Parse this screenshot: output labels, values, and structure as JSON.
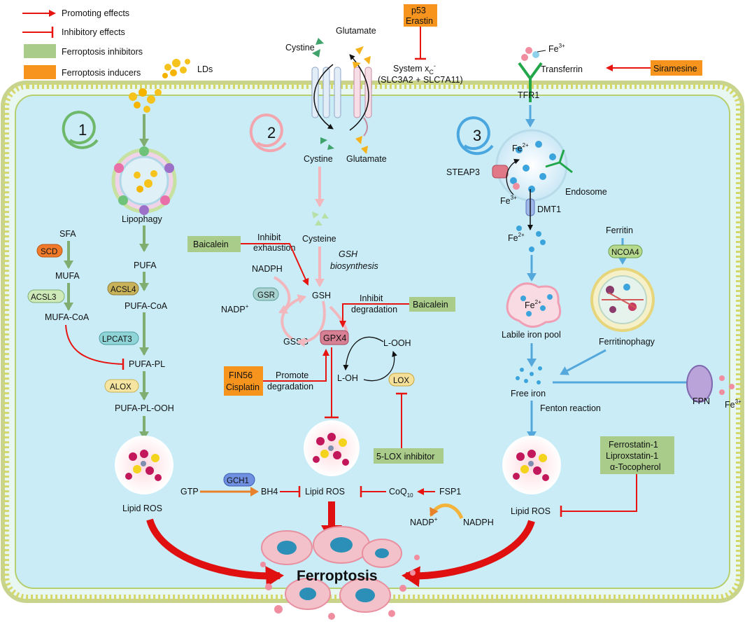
{
  "legend": {
    "promoting": "Promoting effects",
    "inhibitory": "Inhibitory effects",
    "inhibitors": "Ferroptosis inhibitors",
    "inducers": "Ferroptosis inducers"
  },
  "colors": {
    "promote": "#e8140f",
    "inhibit": "#e8140f",
    "inhibitor_box": "#a9cc8a",
    "inducer_box": "#f7941d",
    "cell": "#cdeef8",
    "membrane": "#b9c95a",
    "green_arrow": "#7fae70",
    "pink_arrow": "#f2b7bd",
    "blue_arrow": "#55a8dc"
  },
  "pathway1": {
    "number": "1",
    "lds": "LDs",
    "lipophagy": "Lipophagy",
    "sfa": "SFA",
    "scd": "SCD",
    "mufa": "MUFA",
    "acsl3": "ACSL3",
    "mufa_coa": "MUFA-CoA",
    "pufa": "PUFA",
    "acsl4": "ACSL4",
    "pufa_coa": "PUFA-CoA",
    "lpcat3": "LPCAT3",
    "pufa_pl": "PUFA-PL",
    "alox": "ALOX",
    "pufa_pl_ooh": "PUFA-PL-OOH",
    "lipid_ros": "Lipid ROS"
  },
  "pathway2": {
    "number": "2",
    "p53": "p53",
    "erastin": "Erastin",
    "system_xc": "System x",
    "system_sub": "C",
    "system_sup": "-",
    "slc": "(SLC3A2 + SLC7A11)",
    "cystine_out": "Cystine",
    "glutamate_out": "Glutamate",
    "cystine_in": "Cystine",
    "glutamate_in": "Glutamate",
    "cysteine": "Cysteine",
    "baicalein1": "Baicalein",
    "inhibit_exhaustion_1": "Inhibit",
    "inhibit_exhaustion_2": "exhaustion",
    "gsh_bio_1": "GSH",
    "gsh_bio_2": "biosynthesis",
    "nadph": "NADPH",
    "gsr": "GSR",
    "nadp": "NADP",
    "nadp_sup": "+",
    "gsh": "GSH",
    "gssg": "GSSG",
    "inhibit_degradation_1": "Inhibit",
    "inhibit_degradation_2": "degradation",
    "baicalein2": "Baicalein",
    "gpx4": "GPX4",
    "l_ooh": "L-OOH",
    "l_oh": "L-OH",
    "fin56": "FIN56",
    "cisplatin": "Cisplatin",
    "promote_1": "Promote",
    "promote_2": "degradation",
    "lox": "LOX",
    "lox5": "5-LOX inhibitor",
    "gch1": "GCH1",
    "gtp": "GTP",
    "bh4": "BH4",
    "lipid_ros": "Lipid ROS",
    "coq": "CoQ",
    "coq_sub": "10",
    "fsp1": "FSP1",
    "nadp2": "NADP",
    "nadp2_sup": "+",
    "nadph2": "NADPH"
  },
  "pathway3": {
    "number": "3",
    "fe3_top": "Fe",
    "fe3_top_sup": "3+",
    "transferrin": "Transferrin",
    "siramesine": "Siramesine",
    "tfr1": "TFR1",
    "fe2_a": "Fe",
    "fe2_a_sup": "2+",
    "steap3": "STEAP3",
    "fe3_mid": "Fe",
    "fe3_mid_sup": "3+",
    "endosome": "Endosome",
    "dmt1": "DMT1",
    "fe2_b": "Fe",
    "fe2_b_sup": "2+",
    "ferritin": "Ferritin",
    "ncoa4": "NCOA4",
    "fe2_pool": "Fe",
    "fe2_pool_sup": "2+",
    "labile": "Labile iron pool",
    "ferritinophagy": "Ferritinophagy",
    "free_iron": "Free iron",
    "fenton": "Fenton reaction",
    "fpn": "FPN",
    "fe3_out": "Fe",
    "fe3_out_sup": "3+",
    "ferrostatin": "Ferrostatin-1",
    "liproxstatin": "Liproxstatin-1",
    "tocopherol": "α-Tocopherol",
    "lipid_ros": "Lipid ROS"
  },
  "outcome": "Ferroptosis"
}
